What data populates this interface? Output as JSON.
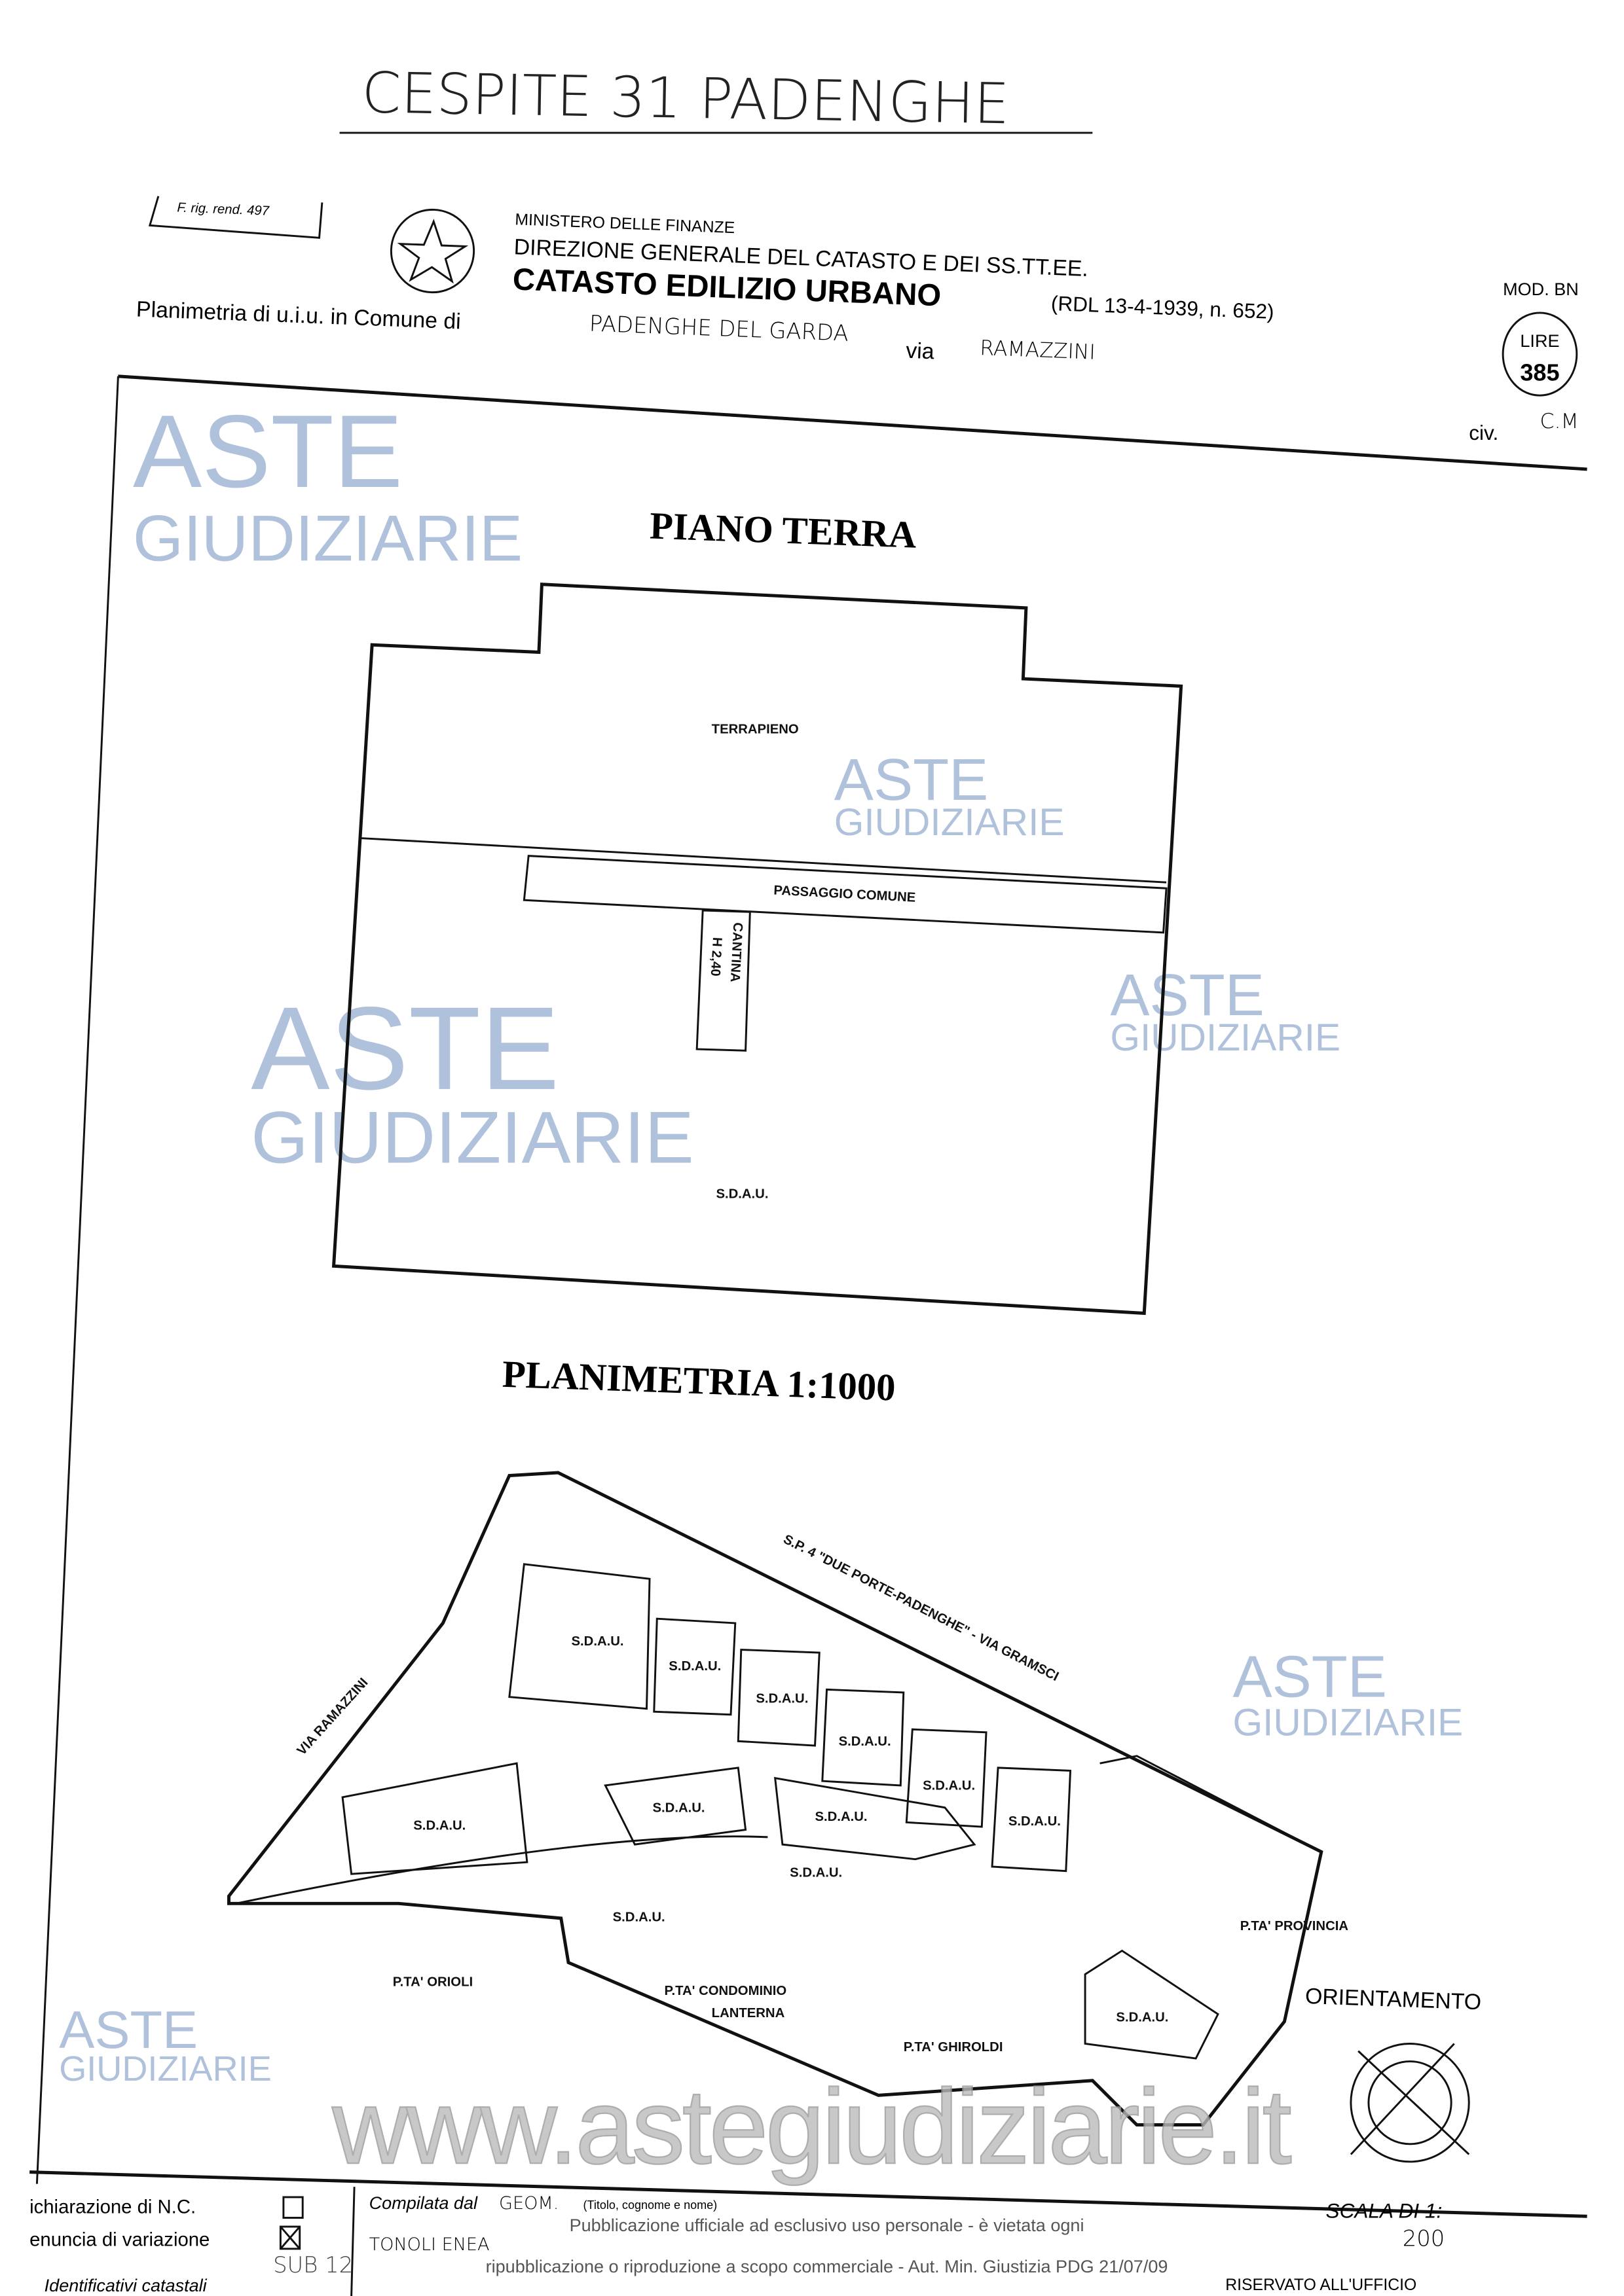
{
  "handwritten_title": "CESPITE 31 PADENGHE",
  "form": {
    "ref": "F. rig. rend. 497",
    "ministry": "MINISTERO DELLE FINANZE",
    "direction": "DIREZIONE GENERALE DEL CATASTO E DEI SS.TT.EE.",
    "title": "CATASTO EDILIZIO URBANO",
    "law": "(RDL 13-4-1939, n. 652)",
    "model": "MOD. BN",
    "stamp_currency": "LIRE",
    "stamp_value": "385",
    "planimetria_label": "Planimetria di u.i.u. in Comune di",
    "comune": "PADENGHE DEL GARDA",
    "via_label": "via",
    "via": "RAMAZZINI",
    "civ_label": "civ.",
    "civ": "C.M"
  },
  "floor_plan": {
    "title": "PIANO TERRA",
    "rooms": [
      "TERRAPIENO",
      "PASSAGGIO COMUNE",
      "CANTINA",
      "H 2,40",
      "S.D.A.U."
    ]
  },
  "site_plan": {
    "title": "PLANIMETRIA 1:1000",
    "streets": [
      "S.P. 4 \"DUE PORTE-PADENGHE\" - VIA GRAMSCI",
      "VIA RAMAZZINI"
    ],
    "parcel_label": "S.D.A.U.",
    "neighbors": [
      "P.TA' PROVINCIA",
      "P.TA' ORIOLI",
      "P.TA' CONDOMINIO",
      "LANTERNA",
      "P.TA' GHIROLDI"
    ],
    "orientation_label": "ORIENTAMENTO"
  },
  "footer": {
    "dichiarazione": "ichiarazione di N.C.",
    "denuncia": "enuncia di variazione",
    "identificativi": "Identificativi catastali",
    "sub": "SUB 12",
    "compilata": "Compilata dal",
    "compiler_name": "GEOM.",
    "titolo_hint": "(Titolo, cognome e nome)",
    "compiler": "TONOLI ENEA",
    "scala_label": "SCALA DI 1:",
    "scala": "200",
    "riservato": "RISERVATO ALL'UFFICIO"
  },
  "watermark": {
    "brand_line1": "ASTE",
    "brand_line2": "GIUDIZIARIE",
    "url": "www.astegiudiziarie.it",
    "notice_line1": "Pubblicazione ufficiale ad esclusivo uso personale - è vietata ogni",
    "notice_line2": "ripubblicazione o riproduzione a scopo commerciale - Aut. Min. Giustizia PDG 21/07/09",
    "accent": "#6f8fbf"
  }
}
